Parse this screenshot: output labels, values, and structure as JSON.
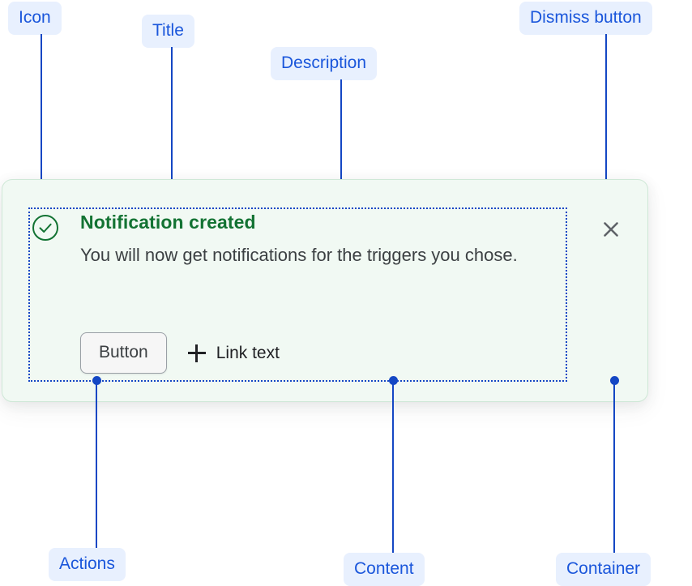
{
  "annotations": [
    {
      "id": "icon",
      "label": "Icon"
    },
    {
      "id": "title",
      "label": "Title"
    },
    {
      "id": "description",
      "label": "Description"
    },
    {
      "id": "dismiss-button",
      "label": "Dismiss button"
    },
    {
      "id": "actions",
      "label": "Actions"
    },
    {
      "id": "content",
      "label": "Content"
    },
    {
      "id": "container",
      "label": "Container"
    }
  ],
  "toast": {
    "status": "success",
    "icon": "check-circle-icon",
    "title": "Notification created",
    "description": "You will now get notifications for the triggers you chose.",
    "actions": {
      "button_label": "Button",
      "link_icon": "plus-icon",
      "link_label": "Link text"
    },
    "dismiss_icon": "close-icon"
  },
  "colors": {
    "annotation_text": "#1a56db",
    "annotation_pill_bg": "#e8f0fe",
    "annotation_line": "#1447c4",
    "toast_bg": "#f1f9f3",
    "toast_border": "#cfe8d7",
    "title_green": "#137333",
    "description_gray": "#3c4043",
    "dismiss_gray": "#5f6368",
    "button_bg": "#f6f6f6",
    "button_border": "#9aa0a6"
  }
}
